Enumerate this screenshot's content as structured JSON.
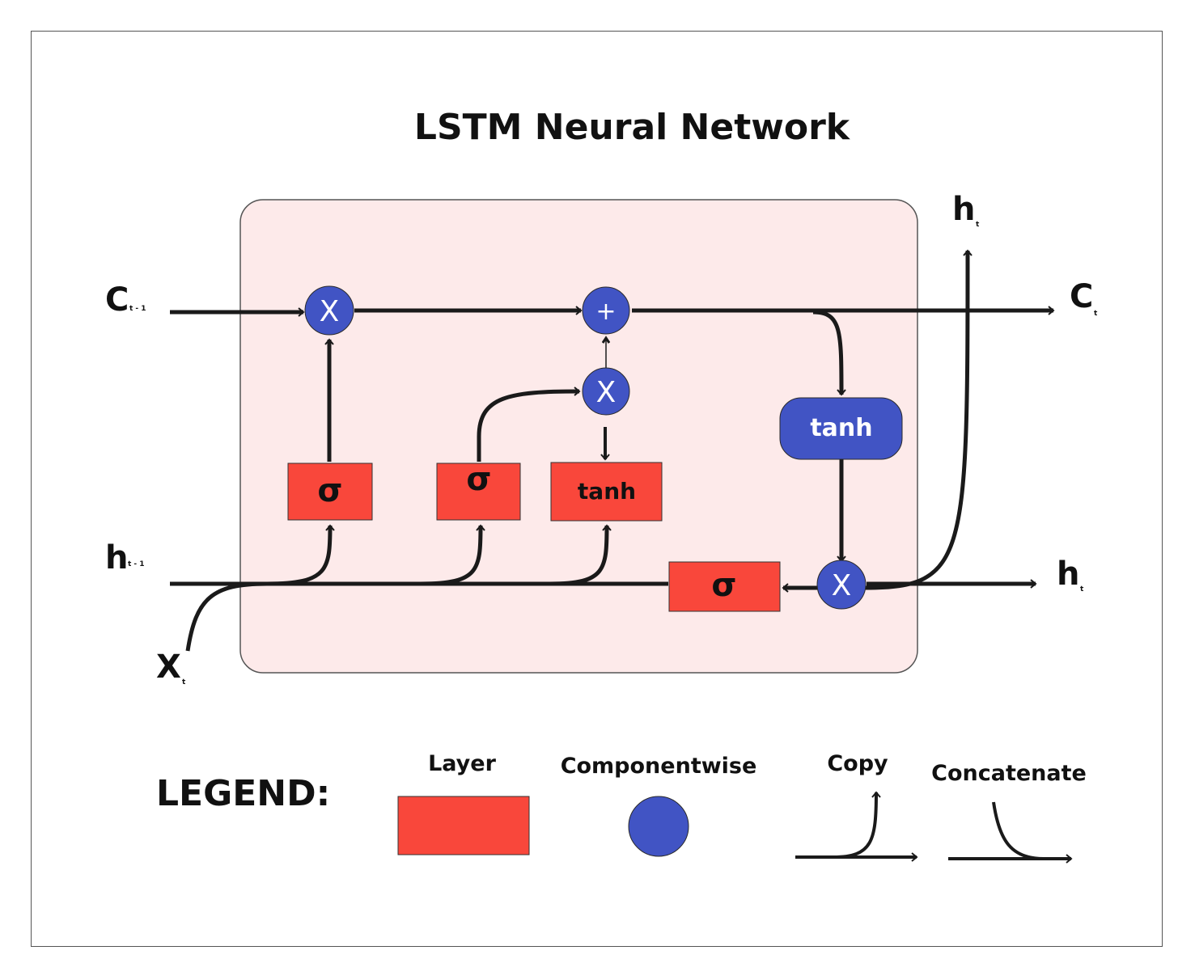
{
  "title": "LSTM Neural Network",
  "colors": {
    "cell_background": "#fdeaea",
    "layer": "#f9473b",
    "componentwise": "#4154c4",
    "arrow": "#1a1a1a"
  },
  "labels": {
    "c_prev": {
      "main": "C",
      "sub": "t - 1"
    },
    "c_out": {
      "main": "C",
      "sub": "t"
    },
    "h_prev": {
      "main": "h",
      "sub": "t - 1"
    },
    "h_out_right": {
      "main": "h",
      "sub": "t"
    },
    "h_out_top": {
      "main": "h",
      "sub": "t"
    },
    "x_in": {
      "main": "X",
      "sub": "t"
    }
  },
  "layers": {
    "forget_gate": "σ",
    "input_gate": "σ",
    "candidate": "tanh",
    "output_gate": "σ"
  },
  "nodes": {
    "forget_multiply": "X",
    "cell_add": "+",
    "input_multiply": "X",
    "output_multiply": "X",
    "output_tanh": "tanh"
  },
  "legend": {
    "title": "LEGEND:",
    "layer": "Layer",
    "componentwise": "Componentwise",
    "copy": "Copy",
    "concatenate": "Concatenate"
  }
}
